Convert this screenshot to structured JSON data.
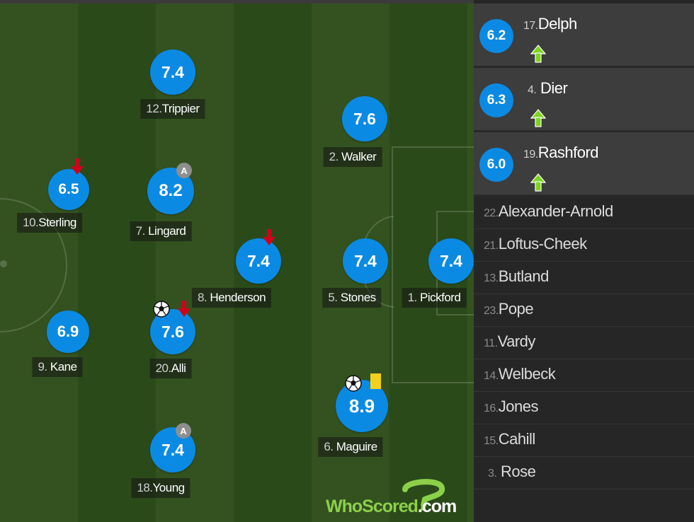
{
  "pitch_players": [
    {
      "key": "trippier",
      "number": "12.",
      "name": "Trippier",
      "rating": "7.4"
    },
    {
      "key": "walker",
      "number": "2.",
      "name": "Walker",
      "rating": "7.6"
    },
    {
      "key": "sterling",
      "number": "10.",
      "name": "Sterling",
      "rating": "6.5",
      "subbed_off": true
    },
    {
      "key": "lingard",
      "number": "7.",
      "name": "Lingard",
      "rating": "8.2",
      "assist": true
    },
    {
      "key": "henderson",
      "number": "8.",
      "name": "Henderson",
      "rating": "7.4",
      "subbed_off": true
    },
    {
      "key": "stones",
      "number": "5.",
      "name": "Stones",
      "rating": "7.4"
    },
    {
      "key": "pickford",
      "number": "1.",
      "name": "Pickford",
      "rating": "7.4"
    },
    {
      "key": "kane",
      "number": "9.",
      "name": "Kane",
      "rating": "6.9"
    },
    {
      "key": "alli",
      "number": "20.",
      "name": "Alli",
      "rating": "7.6",
      "goal": true,
      "subbed_off": true
    },
    {
      "key": "maguire",
      "number": "6.",
      "name": "Maguire",
      "rating": "8.9",
      "goal": true,
      "yellow_card": true,
      "man_of_match": true
    },
    {
      "key": "young",
      "number": "18.",
      "name": "Young",
      "rating": "7.4",
      "assist": true
    }
  ],
  "substitutes_used": [
    {
      "number": "17.",
      "name": "Delph",
      "rating": "6.2"
    },
    {
      "number": "4.",
      "name": "Dier",
      "rating": "6.3"
    },
    {
      "number": "19.",
      "name": "Rashford",
      "rating": "6.0"
    }
  ],
  "bench": [
    {
      "number": "22.",
      "name": "Alexander-Arnold"
    },
    {
      "number": "21.",
      "name": "Loftus-Cheek"
    },
    {
      "number": "13.",
      "name": "Butland"
    },
    {
      "number": "23.",
      "name": "Pope"
    },
    {
      "number": "11.",
      "name": "Vardy"
    },
    {
      "number": "14.",
      "name": "Welbeck"
    },
    {
      "number": "16.",
      "name": "Jones"
    },
    {
      "number": "15.",
      "name": "Cahill"
    },
    {
      "number": "3.",
      "name": "Rose"
    }
  ],
  "badge_label": "A",
  "logo": {
    "part1": "WhoScored",
    "part2": ".com"
  },
  "colors": {
    "rating": "#0b8ae4",
    "sub_off": "#d0021b",
    "sub_on": "#7ed321",
    "yellow_card": "#f2d11d",
    "pitch_dark": "#2b4a1a",
    "pitch_light": "#33521f"
  },
  "icons": {
    "goal": "football-icon",
    "sub_off": "red-down-arrow-icon",
    "sub_on": "green-up-arrow-icon",
    "assist": "assist-badge-icon",
    "yellow": "yellow-card-icon",
    "logo": "question-mark-icon"
  }
}
